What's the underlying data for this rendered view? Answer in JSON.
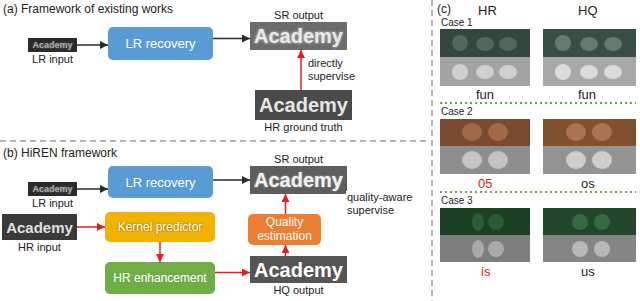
{
  "diagram": {
    "nodes": [
      {
        "text": [
          "Academy",
          "LR input"
        ]
      },
      {
        "text": [
          "LR recovery"
        ]
      },
      {
        "text": [
          "SR output",
          "Academy"
        ]
      },
      {
        "text": [
          "Academy",
          "HR ground truth"
        ]
      },
      {
        "text": [
          "Academy",
          "LR input"
        ]
      },
      {
        "text": [
          "LR recovery"
        ]
      },
      {
        "text": [
          "SR output",
          "Academy"
        ]
      },
      {
        "text": [
          "Academy",
          "HR input"
        ]
      },
      {
        "text": [
          "Kernel predictor"
        ]
      },
      {
        "text": [
          "HR enhancement"
        ]
      },
      {
        "text": [
          "Quality estimation"
        ]
      },
      {
        "text": [
          "Academy",
          "HQ output"
        ]
      }
    ],
    "edges": [
      {
        "from": 0,
        "to": 1,
        "arrow": "to"
      },
      {
        "from": 1,
        "to": 2,
        "arrow": "to"
      },
      {
        "from": 3,
        "to": 2,
        "label": "directly supervise",
        "arrow": "to"
      },
      {
        "from": 4,
        "to": 5,
        "arrow": "to"
      },
      {
        "from": 5,
        "to": 6,
        "arrow": "to"
      },
      {
        "from": 7,
        "to": 8,
        "arrow": "to"
      },
      {
        "from": 8,
        "to": 9,
        "arrow": "to"
      },
      {
        "from": 9,
        "to": 11,
        "arrow": "to"
      },
      {
        "from": 11,
        "to": 10,
        "arrow": "to"
      },
      {
        "from": 10,
        "to": 6,
        "label": "quality-aware supervise",
        "arrow": "to"
      }
    ],
    "labels": [
      "(a) Framework of existing works",
      "(b) HiREN framework",
      "(c)",
      "HR",
      "HQ",
      "Case 1",
      "fun",
      "fun",
      "Case 2",
      "05",
      "os",
      "Case 3",
      "is",
      "us"
    ]
  }
}
